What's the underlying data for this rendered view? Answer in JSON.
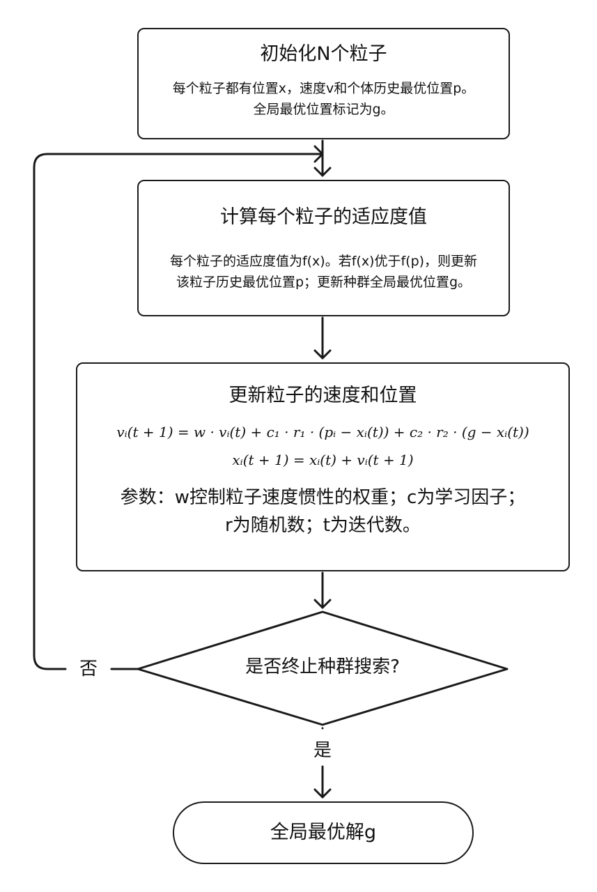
{
  "flowchart": {
    "init": {
      "title": "初始化N个粒子",
      "line1": "每个粒子都有位置x，速度v和个体历史最优位置p。",
      "line2": "全局最优位置标记为g。"
    },
    "fitness": {
      "title": "计算每个粒子的适应度值",
      "line1": "每个粒子的适应度值为f(x)。若f(x)优于f(p)，则更新",
      "line2": "该粒子历史最优位置p；更新种群全局最优位置g。"
    },
    "update": {
      "title": "更新粒子的速度和位置",
      "formula1": "vᵢ(t + 1) = w · vᵢ(t) + c₁ · r₁ · (pᵢ − xᵢ(t)) + c₂ · r₂ · (g − xᵢ(t))",
      "formula2": "xᵢ(t + 1) = xᵢ(t) + vᵢ(t + 1)",
      "params1": "参数：w控制粒子速度惯性的权重；c为学习因子；",
      "params2": "r为随机数；t为迭代数。"
    },
    "decision": {
      "question": "是否终止种群搜索?"
    },
    "no_label": "否",
    "yes_label": "是",
    "end": {
      "label": "全局最优解g"
    }
  }
}
